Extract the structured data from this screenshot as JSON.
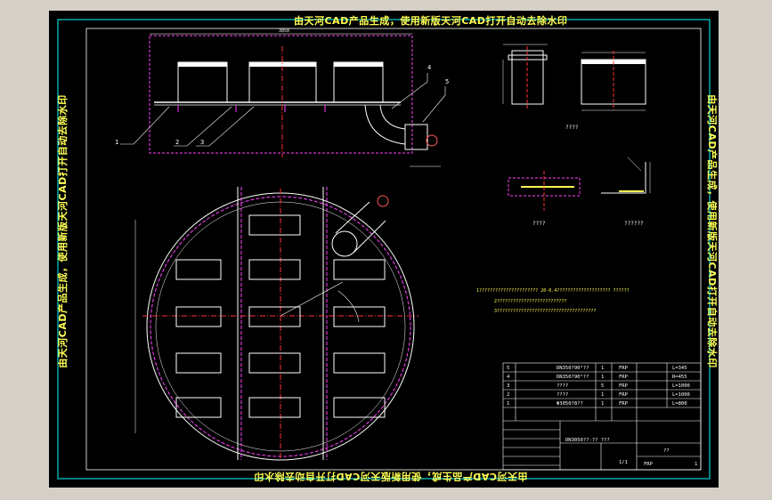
{
  "watermark": {
    "top": "由天河CAD产品生成，使用新版天河CAD打开自动去除水印",
    "bottom": "由天河CAD产品生成，使用新版天河CAD打开自动去除水印",
    "left": "由天河CAD产品生成，使用新版天河CAD打开自动去除水印",
    "right": "由天河CAD产品生成，使用新版天河CAD打开自动去除水印"
  },
  "callouts": {
    "c1": "1",
    "c2": "2",
    "c3": "3",
    "c4": "4",
    "c5": "5"
  },
  "notes": {
    "n1": "1?????????????????????? 20-0.4???????????????????? ??????",
    "n2": "2??????????????????????????",
    "n3": "3?????????????????????????????????????"
  },
  "detail_labels": {
    "d1": "????",
    "d2": "????",
    "d3": "??????"
  },
  "parts_table": {
    "rows": [
      {
        "no": "5",
        "name": "DN350?90°??",
        "qty": "1",
        "mat": "FRP",
        "note": "L=345"
      },
      {
        "no": "4",
        "name": "DN350?90°??",
        "qty": "1",
        "mat": "FRP",
        "note": "R=455"
      },
      {
        "no": "3",
        "name": "????",
        "qty": "5",
        "mat": "FRP",
        "note": "L=1000"
      },
      {
        "no": "2",
        "name": "????",
        "qty": "1",
        "mat": "FRP",
        "note": "L=1000"
      },
      {
        "no": "1",
        "name": "Φ3050?8??",
        "qty": "1",
        "mat": "FRP",
        "note": "L=800"
      }
    ]
  },
  "title_block": {
    "drawing_title": "DN3050??-?? ???",
    "material": "FRP",
    "scale": "1/1",
    "sheet": "1",
    "code": "??"
  }
}
